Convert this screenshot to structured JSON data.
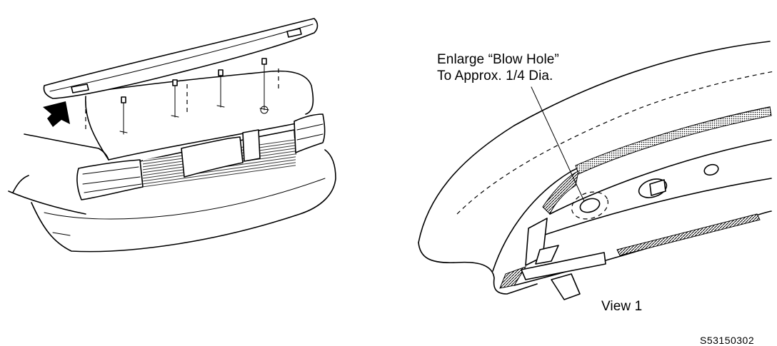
{
  "callouts": {
    "blow_hole_line1": "Enlarge “Blow Hole”",
    "blow_hole_line2": "To Approx. 1/4 Dia."
  },
  "view_label": "View 1",
  "figure_code": "S53150302"
}
